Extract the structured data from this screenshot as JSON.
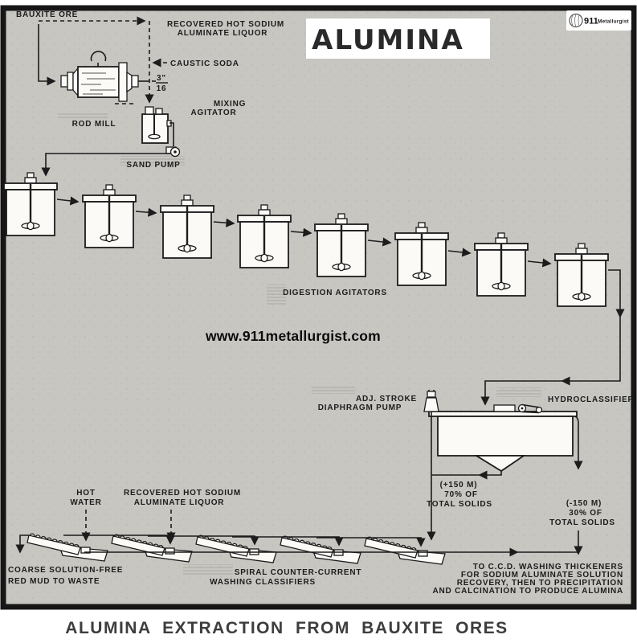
{
  "title_banner": {
    "text": "ALUMINA"
  },
  "logo": {
    "number": "911",
    "name": "Metallurgist"
  },
  "watermark": {
    "text": "www.911metallurgist.com"
  },
  "footer": {
    "title": "ALUMINA EXTRACTION FROM BAUXITE ORES"
  },
  "colors": {
    "background": "#c8c6c1",
    "line": "#1c1c1c",
    "equipment_fill": "#fbfaf6",
    "banner_text": "#2a2a2a",
    "footer_text": "#3d3d3d"
  },
  "labels": {
    "bauxite_ore": "BAUXITE ORE",
    "recovered_liquor_top": [
      "RECOVERED HOT SODIUM",
      "ALUMINATE LIQUOR"
    ],
    "caustic_soda": "CAUSTIC SODA",
    "screen_fraction": {
      "numerator": "3\"",
      "denominator": "16"
    },
    "rod_mill": "ROD MILL",
    "mixing_agitator": [
      "MIXING",
      "AGITATOR"
    ],
    "sand_pump": "SAND PUMP",
    "digestion_agitators": "DIGESTION AGITATORS",
    "diaphragm_pump": [
      "ADJ. STROKE",
      "DIAPHRAGM PUMP"
    ],
    "hydroclassifier": "HYDROCLASSIFIER",
    "coarse_fraction": [
      "(+150 M)",
      "70% OF",
      "TOTAL SOLIDS"
    ],
    "fine_fraction": [
      "(-150 M)",
      "30% OF",
      "TOTAL SOLIDS"
    ],
    "hot_water": [
      "HOT",
      "WATER"
    ],
    "recovered_liquor_bottom": [
      "RECOVERED HOT SODIUM",
      "ALUMINATE LIQUOR"
    ],
    "red_mud": [
      "COARSE SOLUTION-FREE",
      "RED MUD TO WASTE"
    ],
    "spiral_classifiers": [
      "SPIRAL COUNTER-CURRENT",
      "WASHING CLASSIFIERS"
    ],
    "to_ccd": [
      "TO C.C.D. WASHING THICKENERS",
      "FOR SODIUM ALUMINATE SOLUTION",
      "RECOVERY, THEN TO PRECIPITATION",
      "AND CALCINATION TO PRODUCE ALUMINA"
    ]
  },
  "equipment": {
    "digestion_agitator_count": 8,
    "washing_classifier_count": 5
  }
}
